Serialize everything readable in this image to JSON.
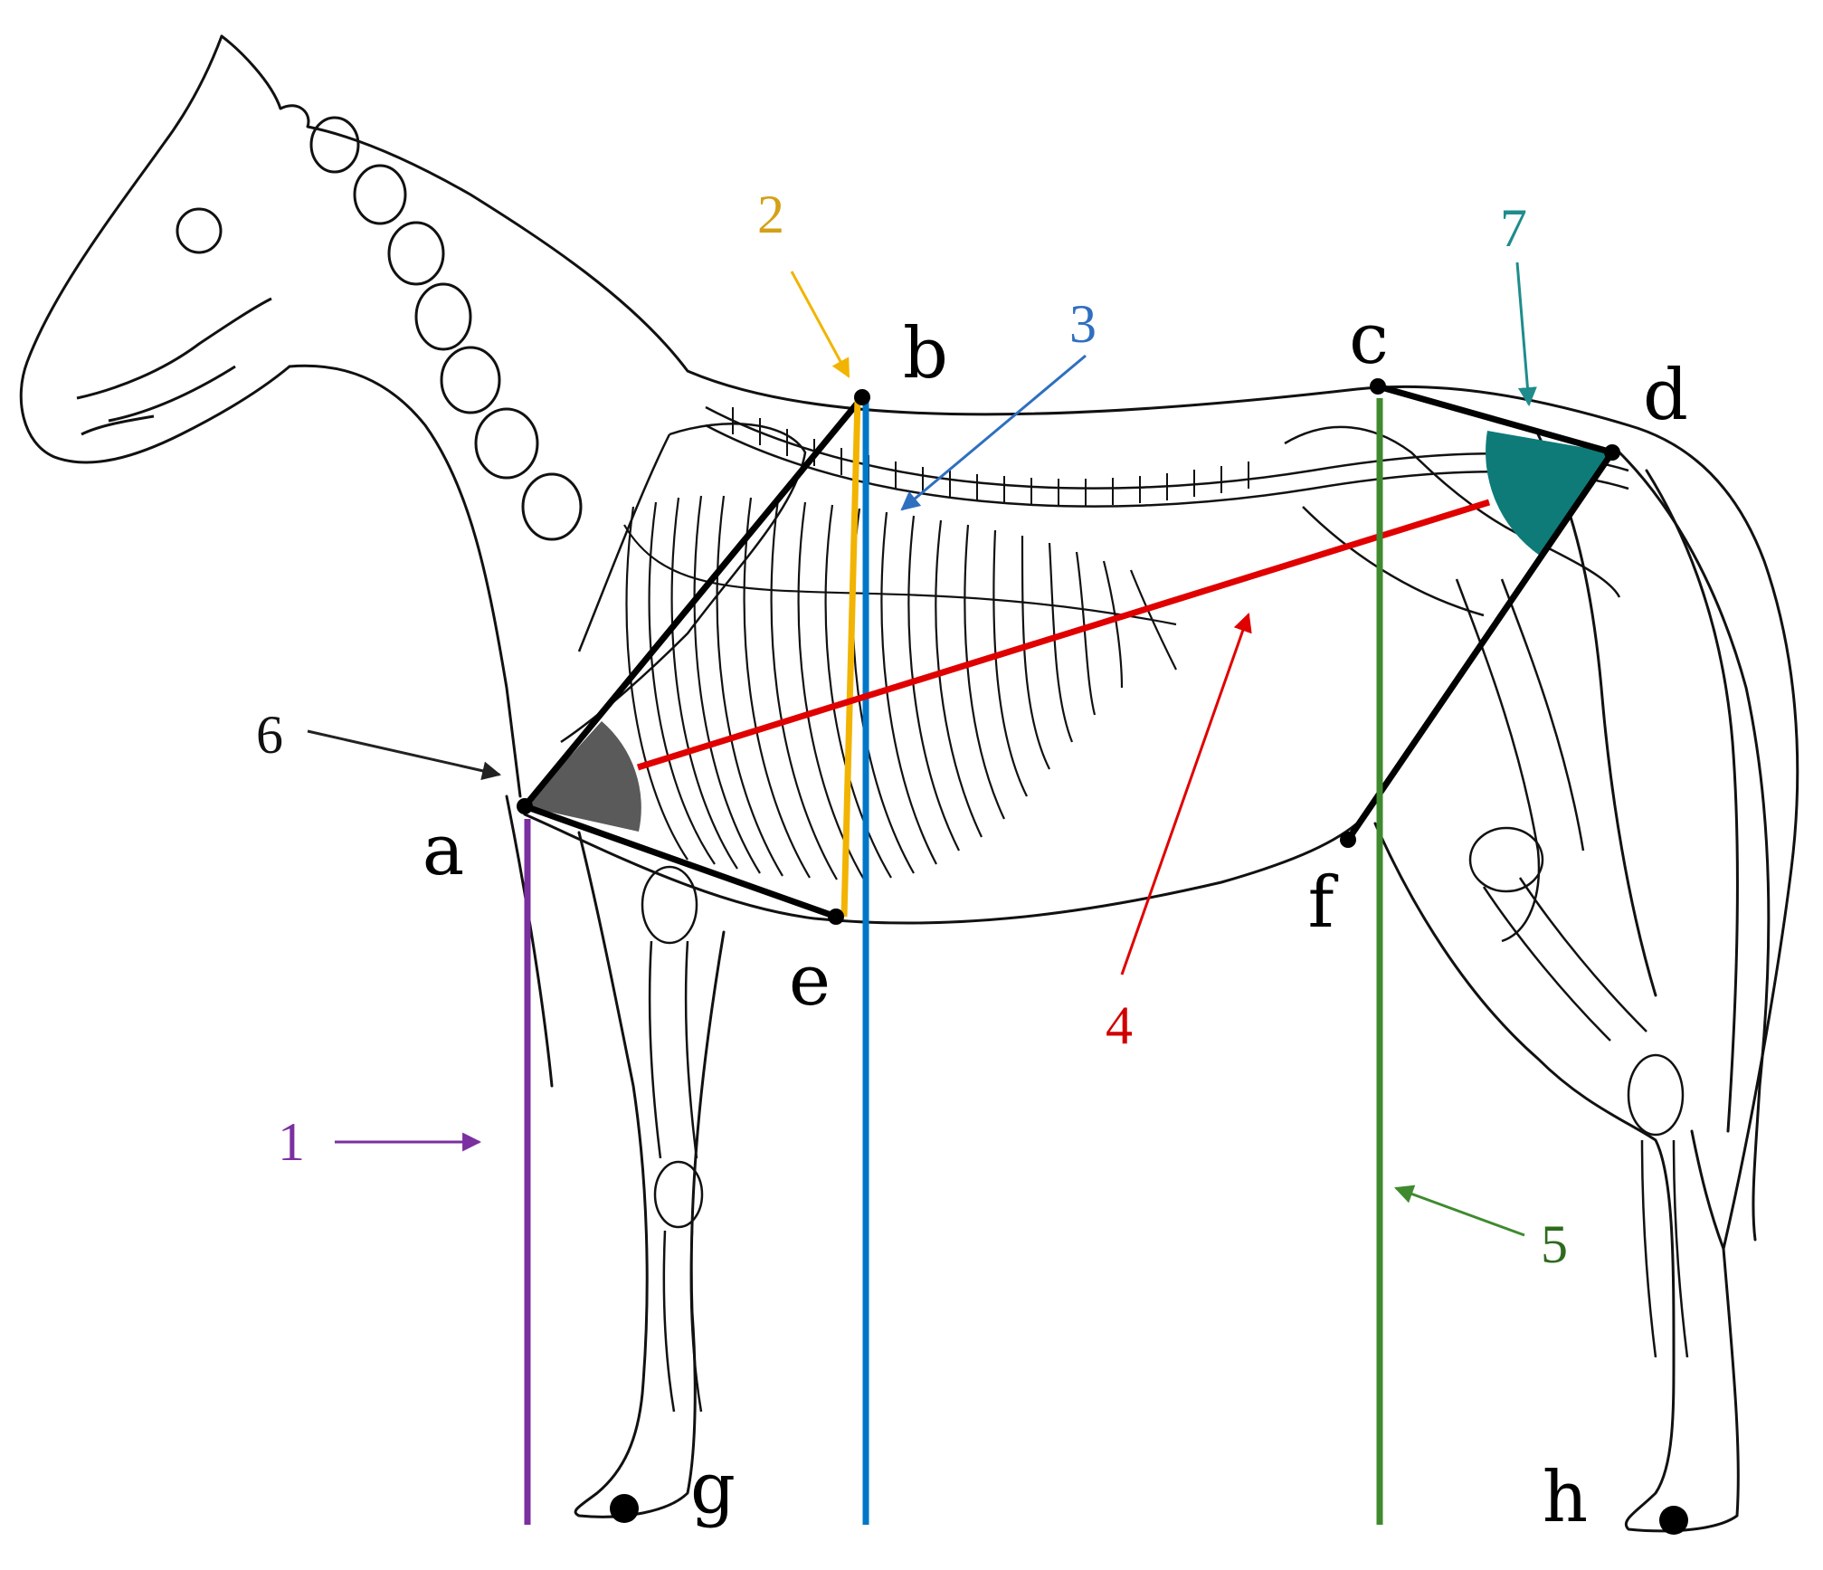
{
  "colors": {
    "outline": "#000000",
    "line_1": "#7b2fa0",
    "line_2": "#f2b400",
    "line_3": "#0077c8",
    "line_4": "#e00000",
    "line_5": "#3f8a2f",
    "angle_6": "#5a5a5a",
    "angle_7": "#0e7b78",
    "label_2": "#d4a017",
    "label_3": "#2f6fc0",
    "label_5": "#2e6b1e",
    "label_7": "#1e8c8c",
    "label_1": "#7b2fa0",
    "label_4": "#d00000",
    "label_6": "#111111"
  },
  "points": {
    "a": "a",
    "b": "b",
    "c": "c",
    "d": "d",
    "e": "e",
    "f": "f",
    "g": "g",
    "h": "h"
  },
  "numbers": {
    "n1": "1",
    "n2": "2",
    "n3": "3",
    "n4": "4",
    "n5": "5",
    "n6": "6",
    "n7": "7"
  }
}
